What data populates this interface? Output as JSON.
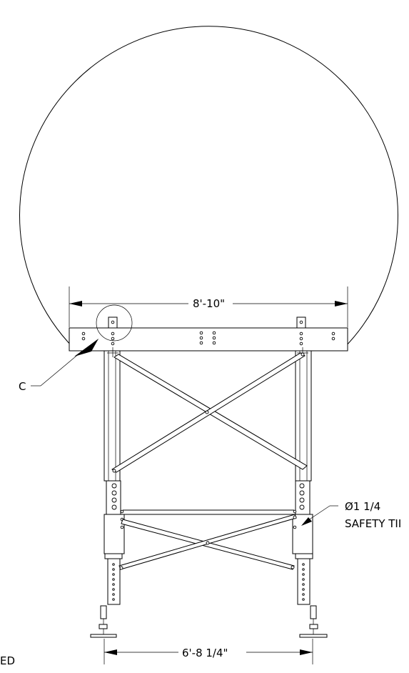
{
  "dimensions": {
    "top_width": "8'-10\"",
    "bottom_width": "6'-8 1/4\""
  },
  "callouts": {
    "detail_label": "C",
    "hole_diameter": "Ø1 1/4",
    "hole_note": "SAFETY TII"
  },
  "edge_text": "ED"
}
